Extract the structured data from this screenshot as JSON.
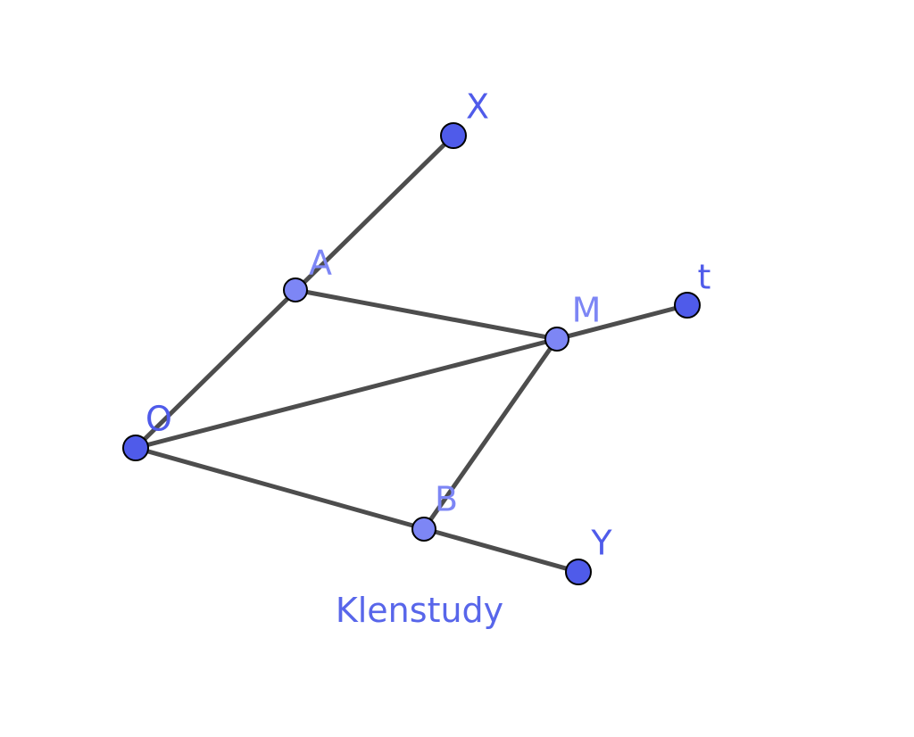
{
  "colors": {
    "free_point": "#4f5bea",
    "dependent_point": "#7d86f5",
    "segment": "#4d4d4d",
    "free_label": "#4f5bea",
    "dependent_label": "#7d86f5",
    "watermark": "#5866ea"
  },
  "points": {
    "O": {
      "label": "O",
      "kind": "free"
    },
    "X": {
      "label": "X",
      "kind": "free"
    },
    "A": {
      "label": "A",
      "kind": "dependent"
    },
    "M": {
      "label": "M",
      "kind": "dependent"
    },
    "t": {
      "label": "t",
      "kind": "free"
    },
    "B": {
      "label": "B",
      "kind": "dependent"
    },
    "Y": {
      "label": "Y",
      "kind": "free"
    }
  },
  "segments": [
    [
      "O",
      "X"
    ],
    [
      "O",
      "M"
    ],
    [
      "M",
      "t"
    ],
    [
      "A",
      "M"
    ],
    [
      "M",
      "B"
    ],
    [
      "O",
      "Y"
    ]
  ],
  "watermark": "Klenstudy"
}
